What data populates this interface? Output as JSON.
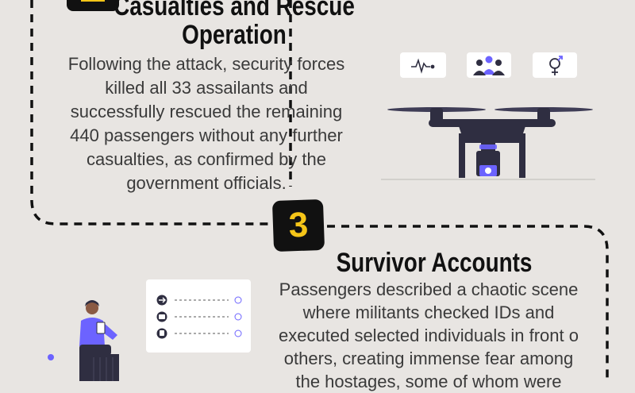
{
  "section2": {
    "title_line1": "Casualties and Rescue",
    "title_line2": "Operation",
    "body_lines": [
      "Following the attack, security forces",
      "killed all 33 assailants and",
      "successfully rescued the remaining",
      "440 passengers without any further",
      "casualties, as confirmed by the",
      "government officials."
    ],
    "icons": [
      "heartbeat-icon",
      "group-icon",
      "gender-icon"
    ]
  },
  "section3": {
    "number": "3",
    "title": "Survivor Accounts",
    "body_lines": [
      "Passengers described a chaotic scene",
      "where militants checked IDs and",
      "executed selected individuals in front o",
      "others, creating immense fear among",
      "the hostages, some of whom were"
    ]
  },
  "colors": {
    "background": "#e8e5e2",
    "accent_yellow": "#f5c518",
    "drone_dark": "#2f2e41",
    "accent_purple": "#6c63ff"
  }
}
